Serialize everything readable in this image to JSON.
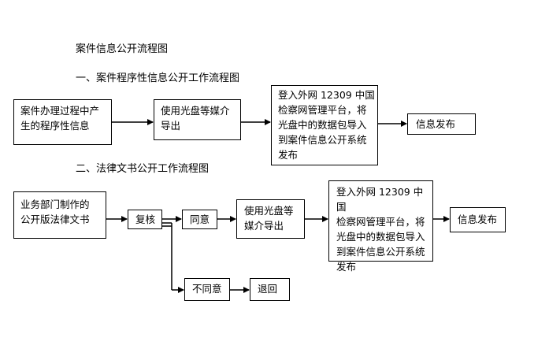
{
  "title": "案件信息公开流程图",
  "section1": {
    "heading": "一、案件程序性信息公开工作流程图",
    "box1": [
      "案件办理过程中产",
      "生的程序性信息"
    ],
    "box2": [
      "使用光盘等媒介",
      "导出"
    ],
    "box3": [
      "登入外网 12309 中国",
      "检察网管理平台，将",
      "光盘中的数据包导入",
      "到案件信息公开系统",
      "发布"
    ],
    "box4": "信息发布"
  },
  "section2": {
    "heading": "二、法律文书公开工作流程图",
    "box1": [
      "业务部门制作的",
      "公开版法律文书"
    ],
    "review": "复核",
    "agree": "同意",
    "export": [
      "使用光盘等",
      "媒介导出"
    ],
    "upload": [
      "登入外网 12309 中国",
      "检察网管理平台，将",
      "光盘中的数据包导入",
      "到案件信息公开系统",
      "发布"
    ],
    "publish": "信息发布",
    "disagree": "不同意",
    "return": "退回"
  }
}
